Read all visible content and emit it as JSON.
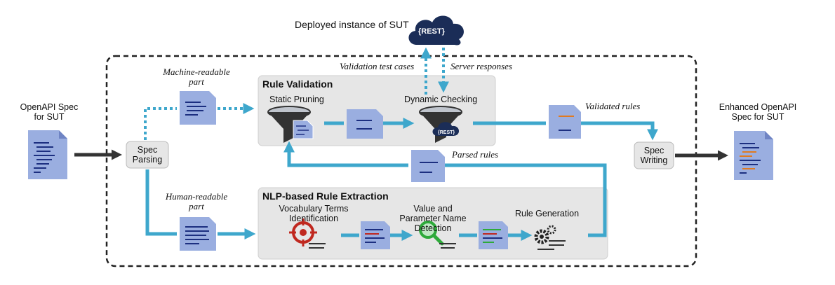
{
  "labels": {
    "deployed": "Deployed instance of SUT",
    "rest_cloud": "{REST}",
    "validation_test_cases": "Validation test cases",
    "server_responses": "Server responses",
    "machine_readable": "Machine-readable part",
    "human_readable": "Human-readable part",
    "openapi_spec": "OpenAPI Spec for SUT",
    "enhanced_spec": "Enhanced OpenAPI Spec for SUT",
    "spec_parsing": "Spec Parsing",
    "spec_writing": "Spec Writing",
    "rule_validation": "Rule Validation",
    "static_pruning": "Static Pruning",
    "dynamic_checking": "Dynamic Checking",
    "rest_badge": "{REST}",
    "validated_rules": "Validated rules",
    "parsed_rules": "Parsed rules",
    "nlp_extraction": "NLP-based Rule Extraction",
    "vocab_terms": "Vocabulary Terms Identification",
    "value_param": "Value and Parameter Name Detection",
    "rule_generation": "Rule Generation"
  },
  "colors": {
    "arrow_blue": "#3ea7cc",
    "doc_blue": "#9aaee0",
    "doc_dark": "#1c2f80",
    "panel_gray": "#e6e6e6",
    "cloud_navy": "#1b2d57",
    "target_red": "#c0281f",
    "magnifier_green": "#2eaa3a"
  },
  "icons": [
    "cloud-icon",
    "funnel-icon",
    "target-icon",
    "magnifier-icon",
    "gears-icon",
    "document-icon"
  ]
}
